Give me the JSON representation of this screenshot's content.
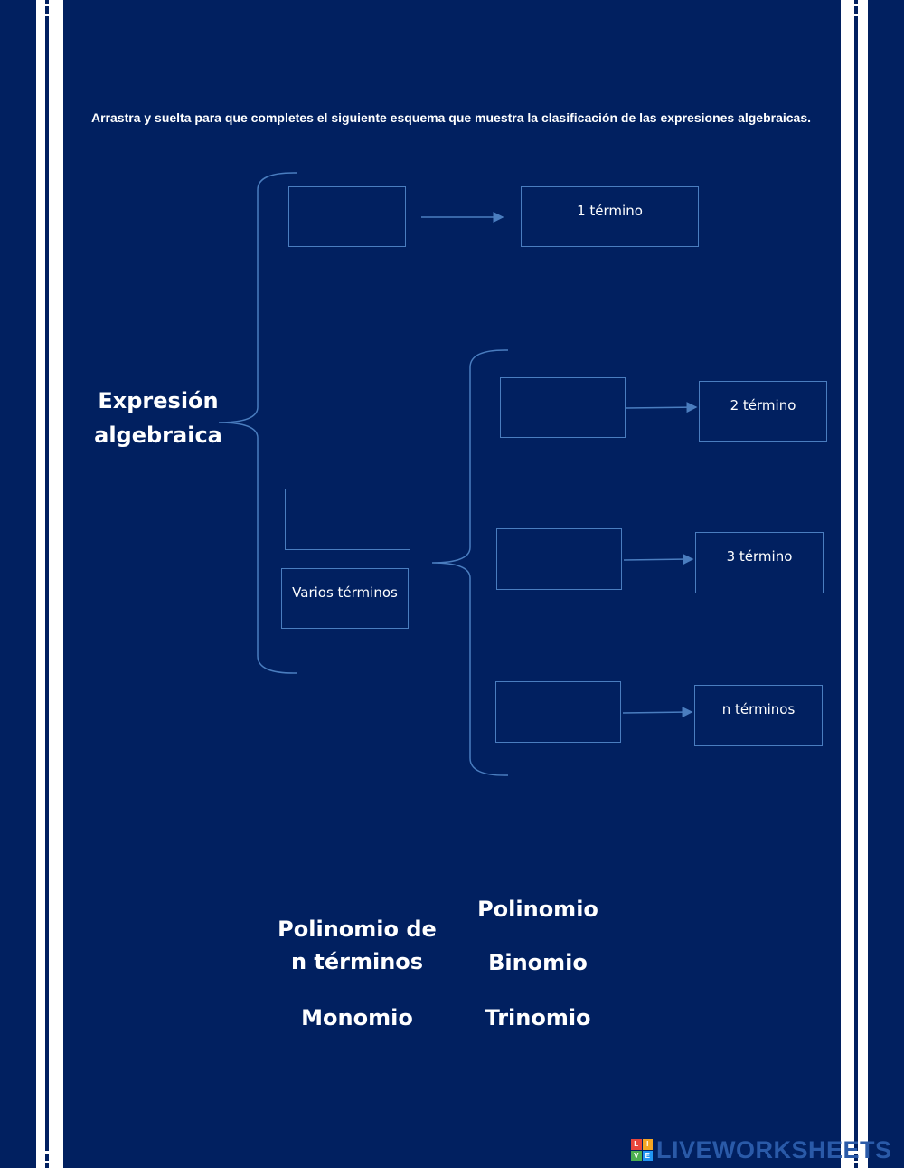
{
  "instructions": "Arrastra y suelta para que completes el siguiente esquema que muestra la clasificación de las expresiones algebraicas.",
  "scheme": {
    "root_line1": "Expresión",
    "root_line2": "algebraica",
    "one_term": "1 término",
    "several_terms": "Varios términos",
    "two_terms": "2 término",
    "three_terms": "3 término",
    "n_terms": "n términos"
  },
  "word_bank": {
    "polinomio_n_line1": "Polinomio de",
    "polinomio_n_line2": "n términos",
    "polinomio": "Polinomio",
    "binomio": "Binomio",
    "monomio": "Monomio",
    "trinomio": "Trinomio"
  },
  "brand": "LIVEWORKSHEETS",
  "brand_logo_letters": [
    "L",
    "I",
    "V",
    "E"
  ],
  "colors": {
    "background": "#012060",
    "box_border": "#4a7dbf",
    "brand": "#2a5aa8"
  }
}
